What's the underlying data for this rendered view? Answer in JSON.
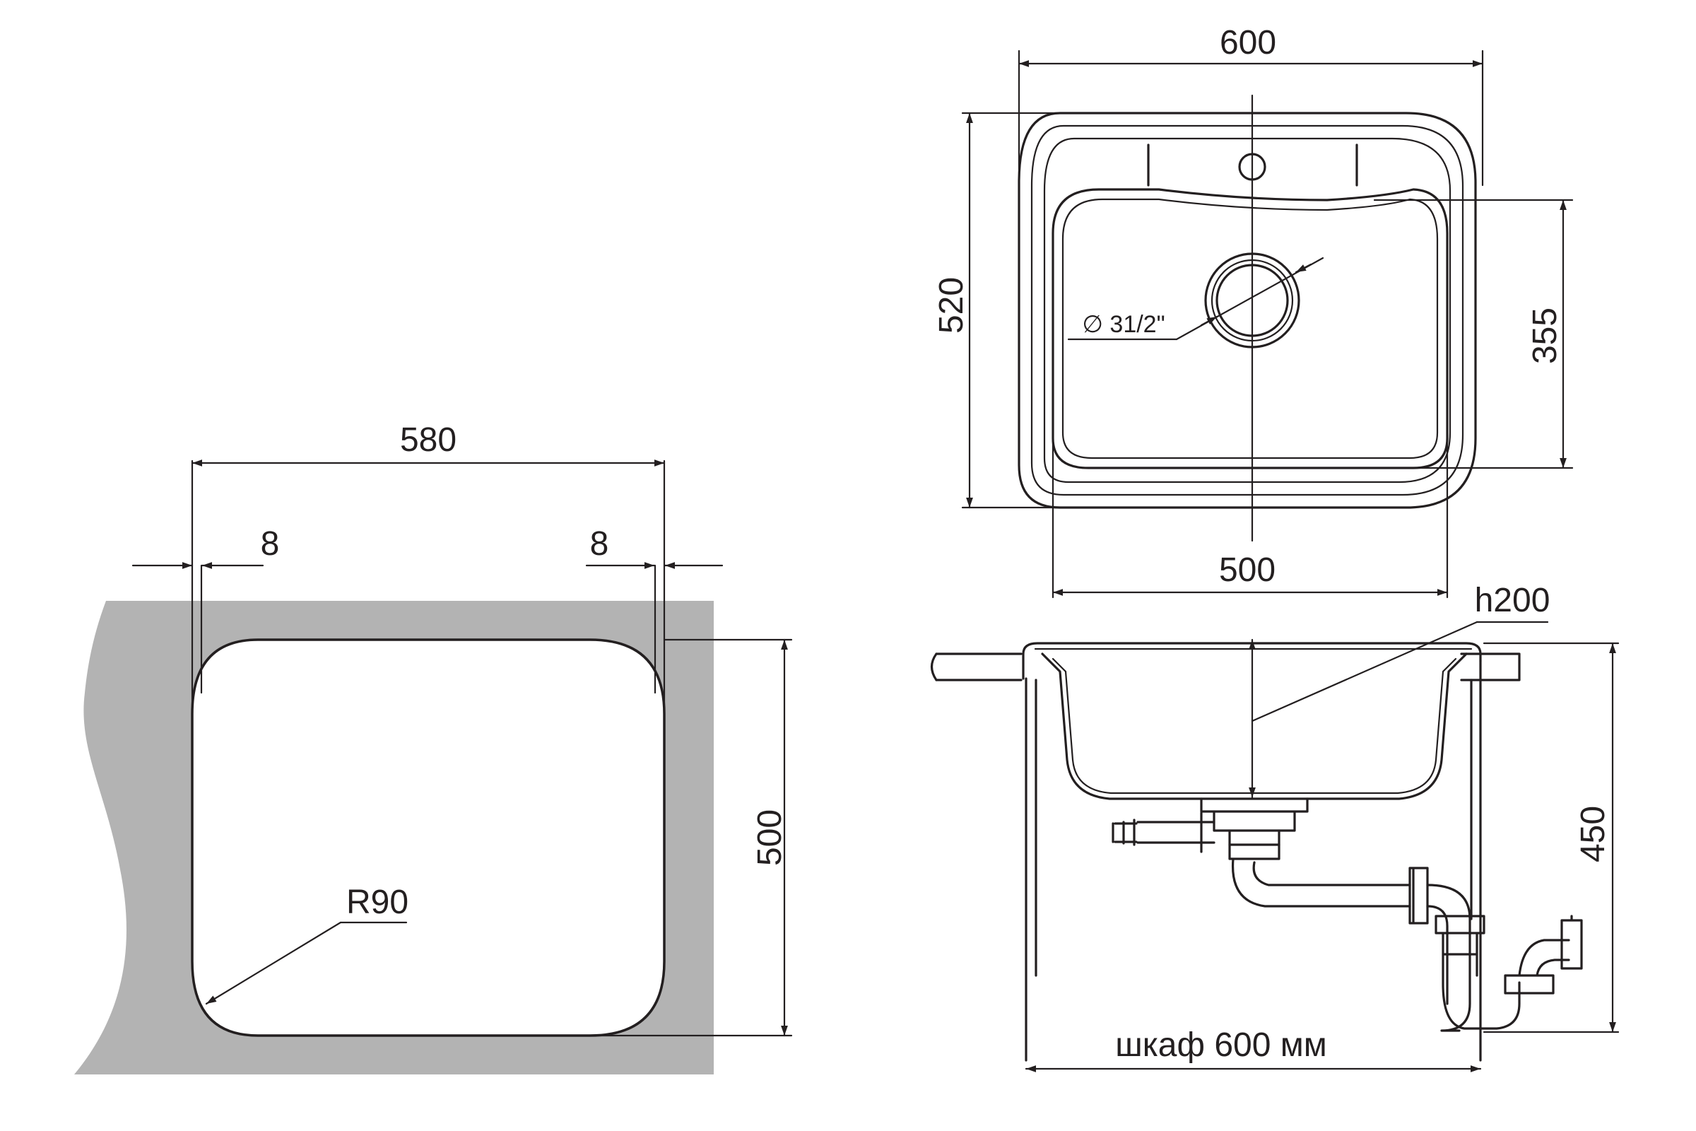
{
  "colors": {
    "ink": "#231f20",
    "countertop": "#b3b3b3",
    "background": "#ffffff"
  },
  "cutout_view": {
    "width_label": "580",
    "left_gap_label": "8",
    "right_gap_label": "8",
    "height_label": "500",
    "radius_label": "R90"
  },
  "top_view": {
    "width_label": "600",
    "height_label": "520",
    "bowl_height_label": "355",
    "bowl_width_label": "500",
    "drain_label": "∅ 31/2\""
  },
  "side_view": {
    "depth_label": "h200",
    "total_height_label": "450",
    "cabinet_label": "шкаф 600 мм"
  }
}
